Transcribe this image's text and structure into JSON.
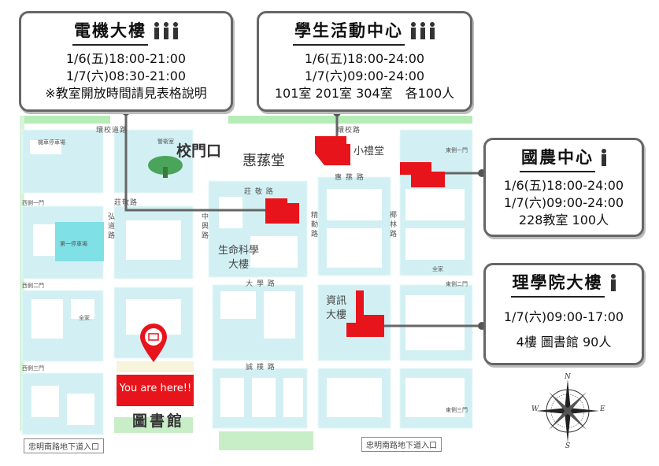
{
  "cards": {
    "ee": {
      "title": "電機大樓",
      "lines": [
        "1/6(五)18:00-21:00",
        "1/7(六)08:30-21:00",
        "※教室開放時間請見表格說明"
      ]
    },
    "student": {
      "title": "學生活動中心",
      "lines": [
        "1/6(五)18:00-24:00",
        "1/7(六)09:00-24:00",
        "101室 201室 304室　各100人"
      ]
    },
    "agri": {
      "title": "國農中心",
      "lines": [
        "1/6(五)18:00-24:00",
        "1/7(六)09:00-24:00",
        "228教室 100人"
      ]
    },
    "science": {
      "title": "理學院大樓",
      "lines": [
        "1/7(六)09:00-17:00",
        "4樓 圖書館 90人"
      ]
    }
  },
  "map_labels": {
    "campus_gate": "校門口",
    "huisun_hall": "惠蓀堂",
    "small_auditorium": "小禮堂",
    "life_science": "生命科學大樓",
    "it_building": "資訊大樓",
    "library": "圖書館",
    "you_are_here": "You are here!!",
    "ring_road": "環校道路",
    "ring_road2": "環校路",
    "zhuangjing_road": "莊敬路",
    "zhuangjing_road2": "莊 敬 路",
    "huisun_road": "惠 蓀 路",
    "hongdao_road": "弘道路",
    "zhongxing_road": "中興路",
    "jingqin_road": "精勤路",
    "yelin_road": "椰林路",
    "daxue_road": "大 學 路",
    "chengpu_road": "誠 樸 路",
    "west_gate1": "西側一門",
    "west_gate2": "西側二門",
    "west_gate3": "西側三門",
    "east_gate1": "東側一門",
    "east_gate2": "東側二門",
    "east_gate3": "東側三門",
    "parking1": "第一停車場",
    "motor_parking": "機車停車場",
    "underpass_left": "忠明南路地下道入口",
    "underpass_right": "忠明南路地下道入口",
    "familymart": "全家",
    "guard": "警衛室"
  },
  "compass": {
    "n": "N",
    "s": "S",
    "e": "E",
    "w": "W"
  },
  "colors": {
    "building_red": "#e8141b",
    "campus_cyan": "#cfeef0",
    "road_green": "#a8e6a8",
    "connector": "#666666"
  }
}
